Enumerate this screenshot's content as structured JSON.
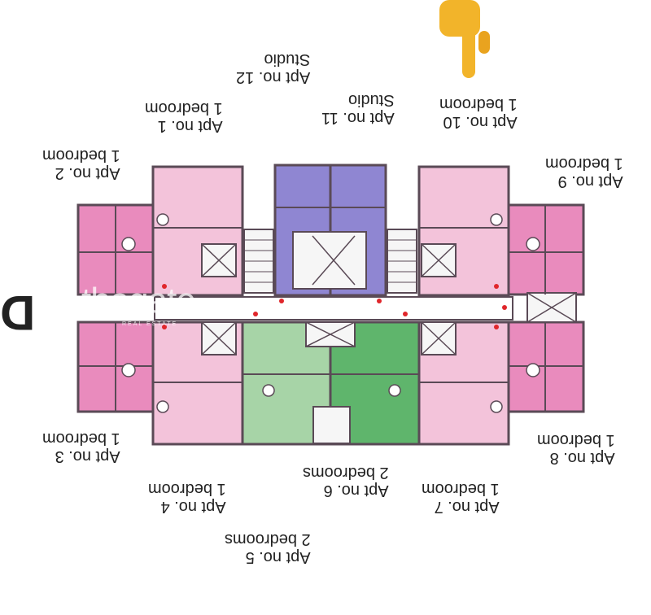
{
  "colors": {
    "wall": "#5a4a56",
    "pink_light": "#f3c3da",
    "pink_dark": "#e98bbd",
    "purple": "#8f86d2",
    "green_light": "#a7d4a7",
    "green_dark": "#5fb56c",
    "core": "#f6f6f6",
    "hand": "#f2b42a"
  },
  "icons": {
    "pointer": "pointing-hand-icon"
  },
  "apartments": [
    {
      "id": "apt1",
      "no": "Apt no. 1",
      "type": "1 bedroom"
    },
    {
      "id": "apt2",
      "no": "Apt no. 2",
      "type": "1 bedroom"
    },
    {
      "id": "apt3",
      "no": "Apt no. 3",
      "type": "1 bedroom"
    },
    {
      "id": "apt4",
      "no": "Apt no. 4",
      "type": "1 bedroom"
    },
    {
      "id": "apt5",
      "no": "Apt no. 5",
      "type": "2 bedrooms"
    },
    {
      "id": "apt6",
      "no": "Apt no. 6",
      "type": "2 bedrooms"
    },
    {
      "id": "apt7",
      "no": "Apt no. 7",
      "type": "1 bedroom"
    },
    {
      "id": "apt8",
      "no": "Apt no. 8",
      "type": "1 bedroom"
    },
    {
      "id": "apt9",
      "no": "Apt no. 9",
      "type": "1 bedroom"
    },
    {
      "id": "apt10",
      "no": "Apt no. 10",
      "type": "1 bedroom"
    },
    {
      "id": "apt11",
      "no": "Apt no. 11",
      "type": "Studio"
    },
    {
      "id": "apt12",
      "no": "Apt no. 12",
      "type": "Studio"
    }
  ],
  "watermark": {
    "brand": "thegate",
    "tagline": "REAL ESTATE"
  },
  "corner_letter": "D"
}
